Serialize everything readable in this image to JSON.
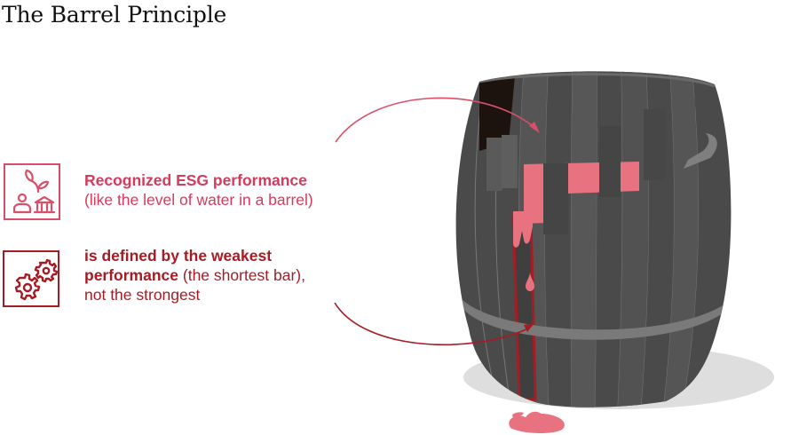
{
  "title": "The Barrel Principle",
  "colors": {
    "pink": "#d94f6a",
    "dark_red": "#a51c24",
    "water_pink": "#e8727f",
    "barrel_gray": "#4d4d4d",
    "shadow_gray": "#dedede"
  },
  "items": [
    {
      "icon": "esg-plant-person-bank-icon",
      "bold_text": "Recognized ESG performance",
      "normal_text": "(like the level of water in a barrel)"
    },
    {
      "icon": "gears-icon",
      "bold_text_line1": "is defined by the weakest",
      "bold_text_line2": "performance",
      "normal_text_line2": " (the shortest bar),",
      "normal_text_line3": "not the strongest"
    }
  ],
  "illustration": {
    "subject": "barrel-with-staves",
    "annotations": [
      "arrow-to-water-level",
      "arrow-to-shortest-stave"
    ]
  }
}
